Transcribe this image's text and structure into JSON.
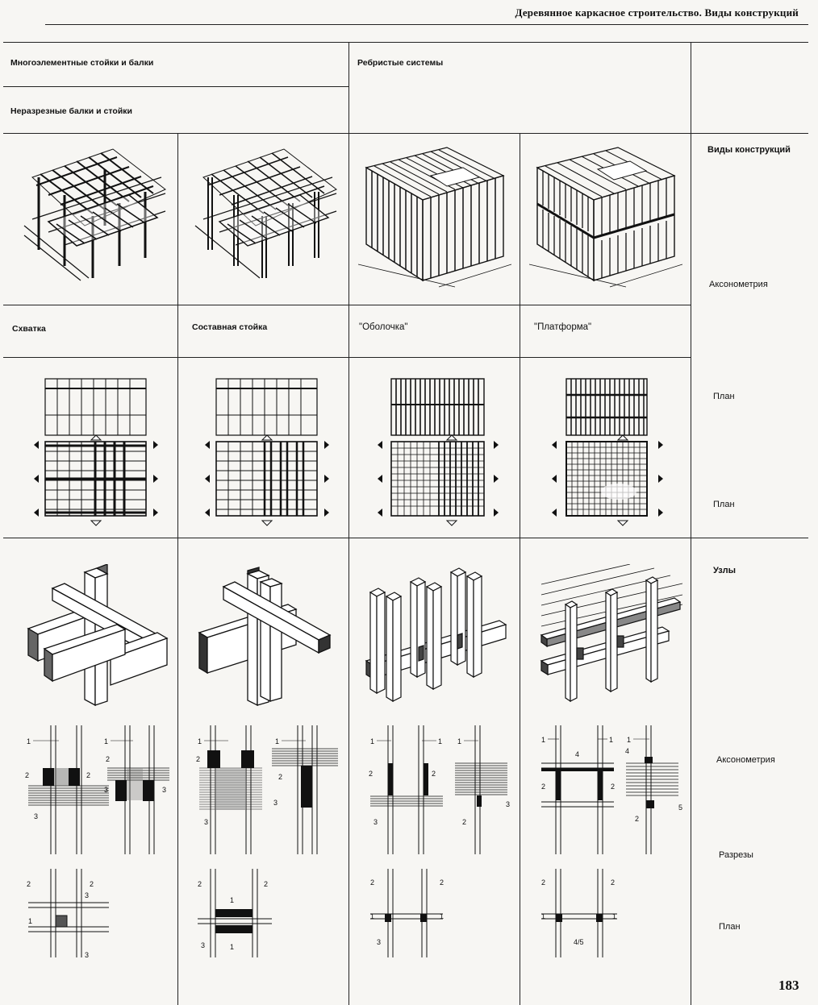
{
  "header": {
    "title": "Деревянное каркасное строительство. Виды конструкций"
  },
  "top_labels": {
    "multi": "Многоэлементные стойки и балки",
    "continuous": "Неразрезные балки и стойки",
    "ribbed": "Ребристые системы"
  },
  "column_labels": [
    "Схватка",
    "Составная стойка",
    "\"Оболочка\"",
    "\"Платформа\""
  ],
  "right_labels": {
    "types": "Виды конструкций",
    "axonometry1": "Аксонометрия",
    "plan1": "План",
    "plan2": "План",
    "nodes": "Узлы",
    "axonometry2": "Аксонометрия",
    "sections": "Разрезы",
    "plan3": "План"
  },
  "callouts": {
    "n1": "1",
    "n2": "2",
    "n3": "3",
    "n4": "4",
    "n5": "5",
    "n45": "4/5"
  },
  "page_number": "183"
}
